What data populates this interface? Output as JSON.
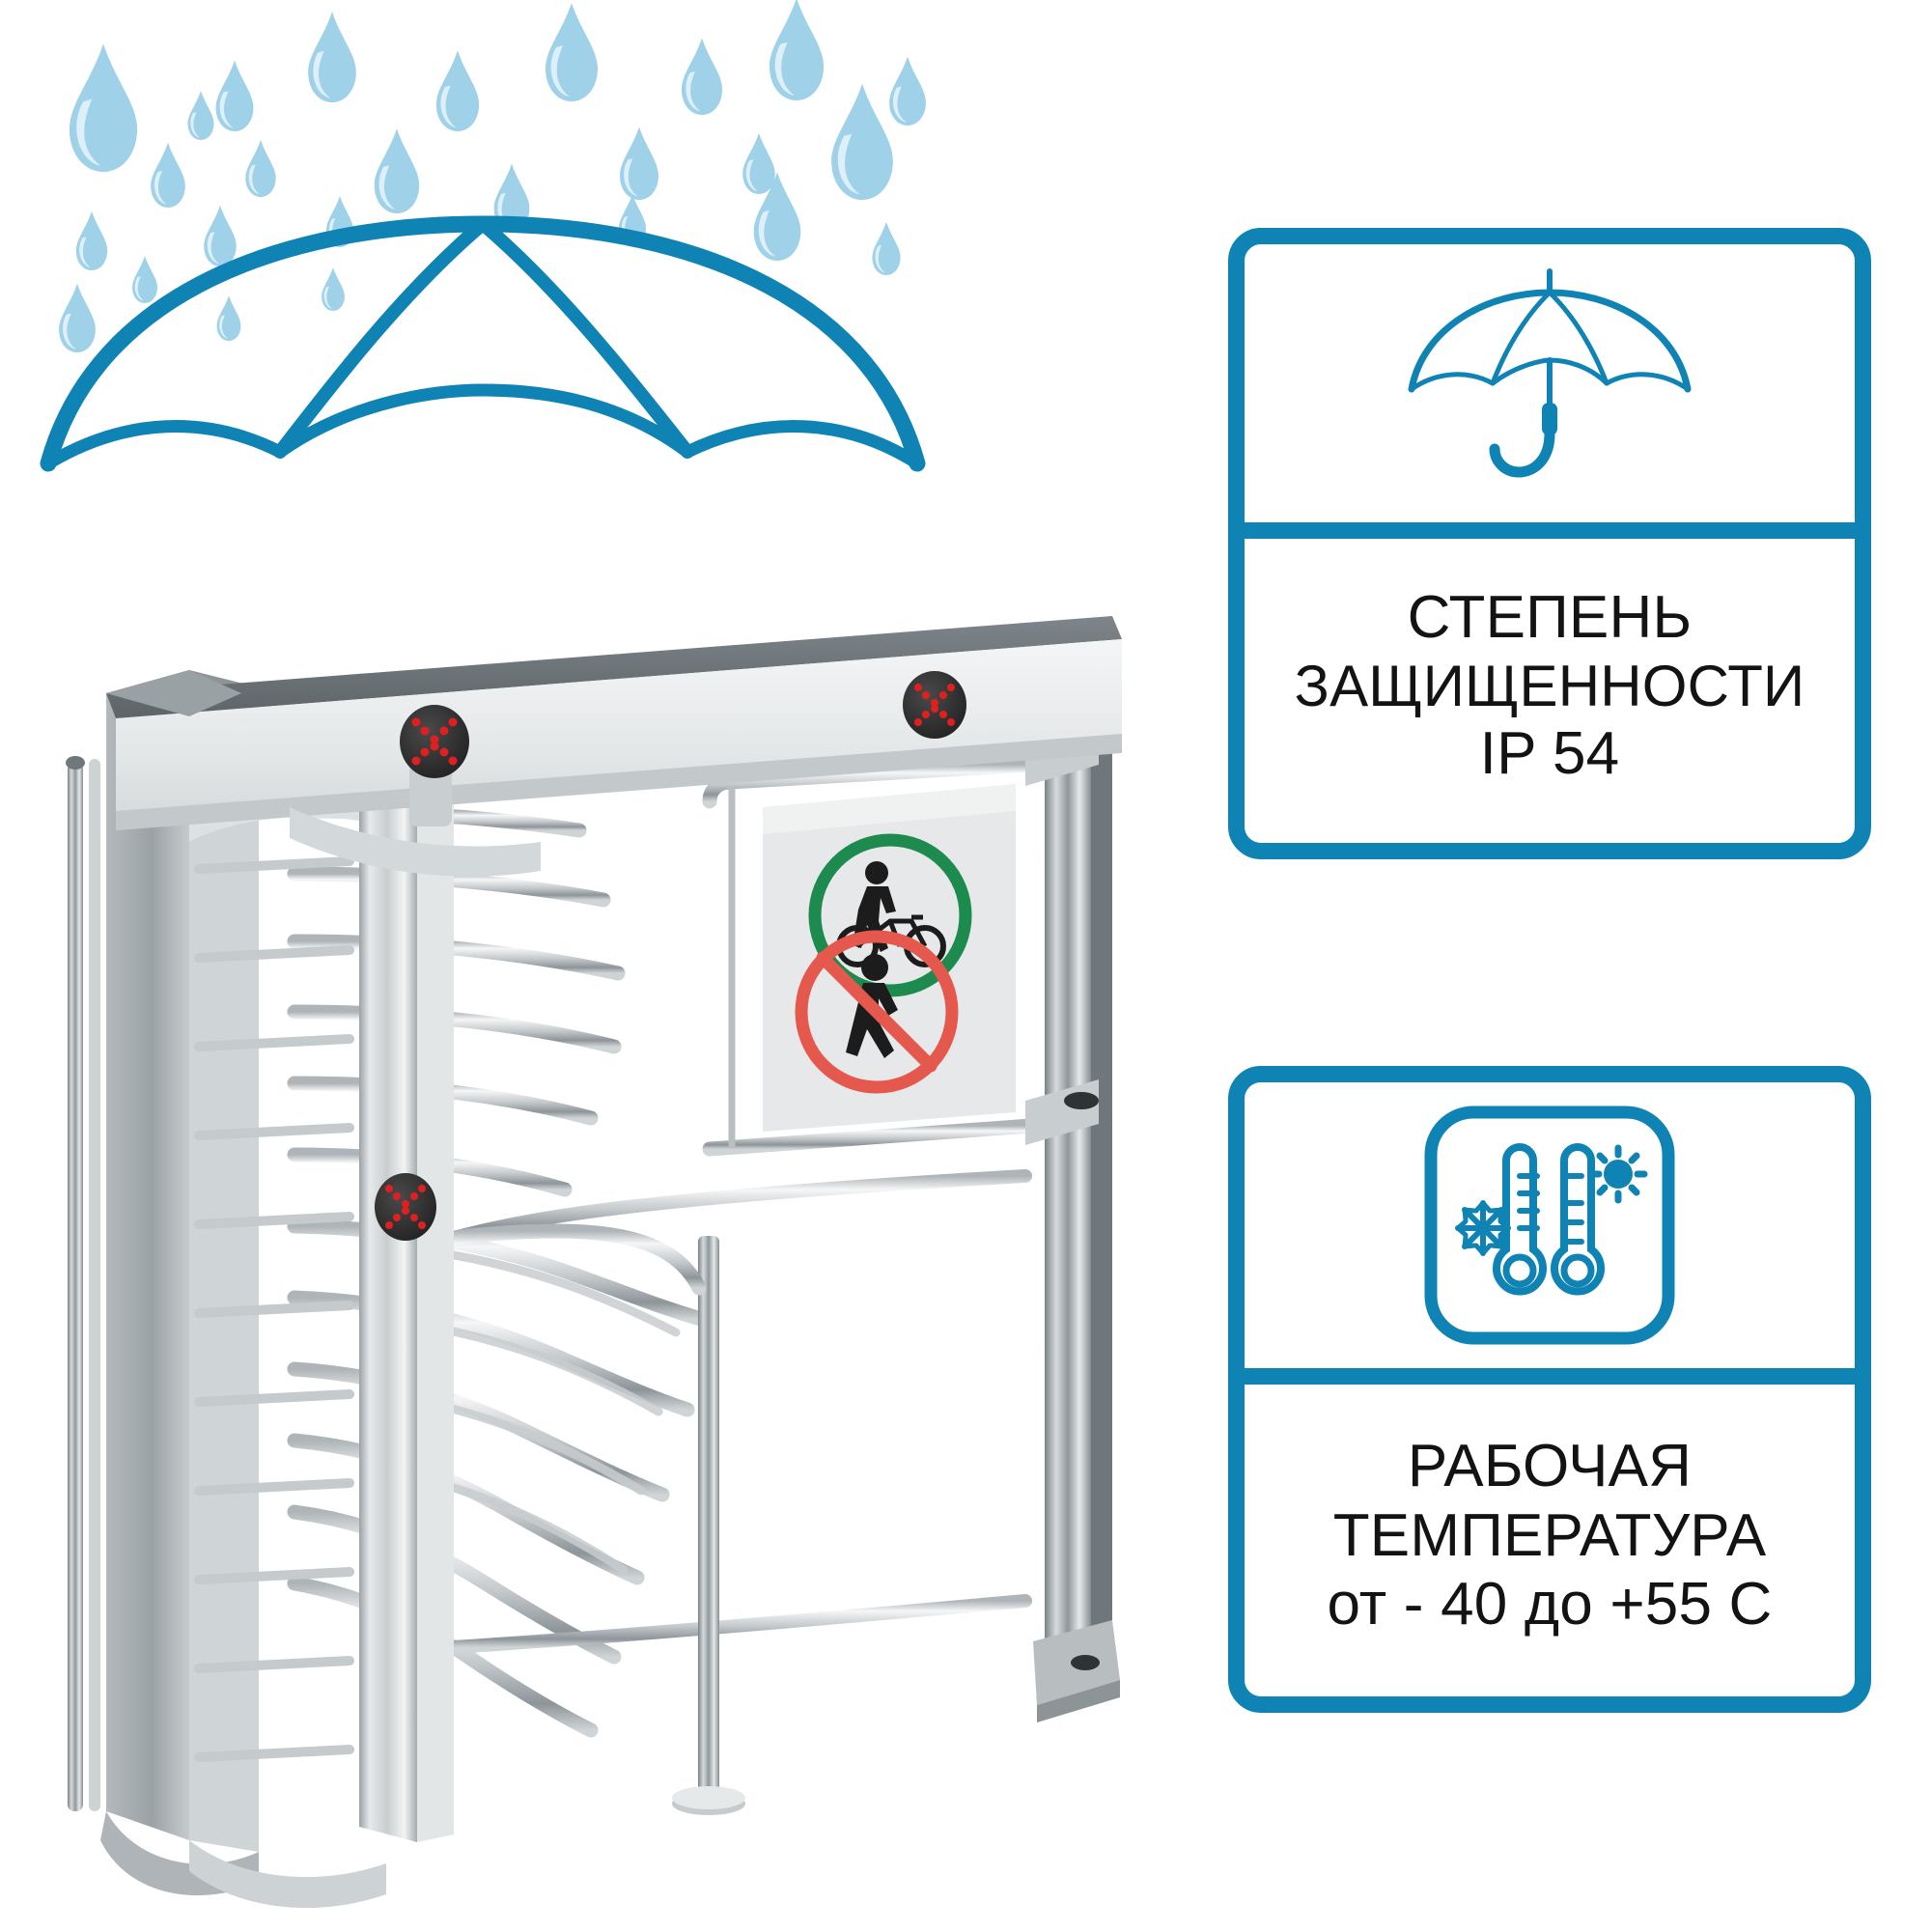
{
  "theme": {
    "accent": "#0e83b4",
    "rain_fill": "#9fd1e8",
    "rain_highlight": "#d9ecf7",
    "text": "#131313",
    "metal_light": "#e9ebec",
    "metal_mid": "#b9bec1",
    "metal_dark": "#7e868b",
    "led_red": "#e01f20",
    "led_body": "#2a2a2a",
    "sign_green": "#1d8a4e",
    "sign_red": "#e4584d",
    "sign_black": "#1c1c1c",
    "sign_plate": "#e3e5e6"
  },
  "illustration": {
    "name": "full-height-turnstile-in-rain",
    "umbrella": {
      "name": "large-umbrella-outline",
      "panels": 4
    },
    "raindrops": {
      "name": "rain-drops",
      "count": 26
    },
    "turnstile": {
      "name": "full-height-rotor-turnstile",
      "indicators": [
        {
          "name": "led-indicator-top-left",
          "glyph": "X",
          "state": "blocked"
        },
        {
          "name": "led-indicator-top-right",
          "glyph": "X",
          "state": "blocked"
        },
        {
          "name": "led-indicator-center-column",
          "glyph": "X",
          "state": "blocked"
        }
      ],
      "sign_plate": {
        "name": "passage-rules-sign",
        "pictograms": [
          {
            "name": "bicycle-walk-allowed-pictogram",
            "type": "allowed",
            "ring_color": "#1d8a4e"
          },
          {
            "name": "pedestrian-forbidden-pictogram",
            "type": "forbidden",
            "ring_color": "#e4584d"
          }
        ]
      }
    }
  },
  "cards": [
    {
      "id": "ip-rating",
      "icon": "umbrella-icon",
      "lines": [
        "СТЕПЕНЬ",
        "ЗАЩИЩЕННОСТИ",
        "IP 54"
      ]
    },
    {
      "id": "operating-temperature",
      "icon": "thermometers-snowflake-sun-icon",
      "lines": [
        "РАБОЧАЯ",
        "ТЕМПЕРАТУРА",
        "от - 40 до +55  С"
      ]
    }
  ]
}
